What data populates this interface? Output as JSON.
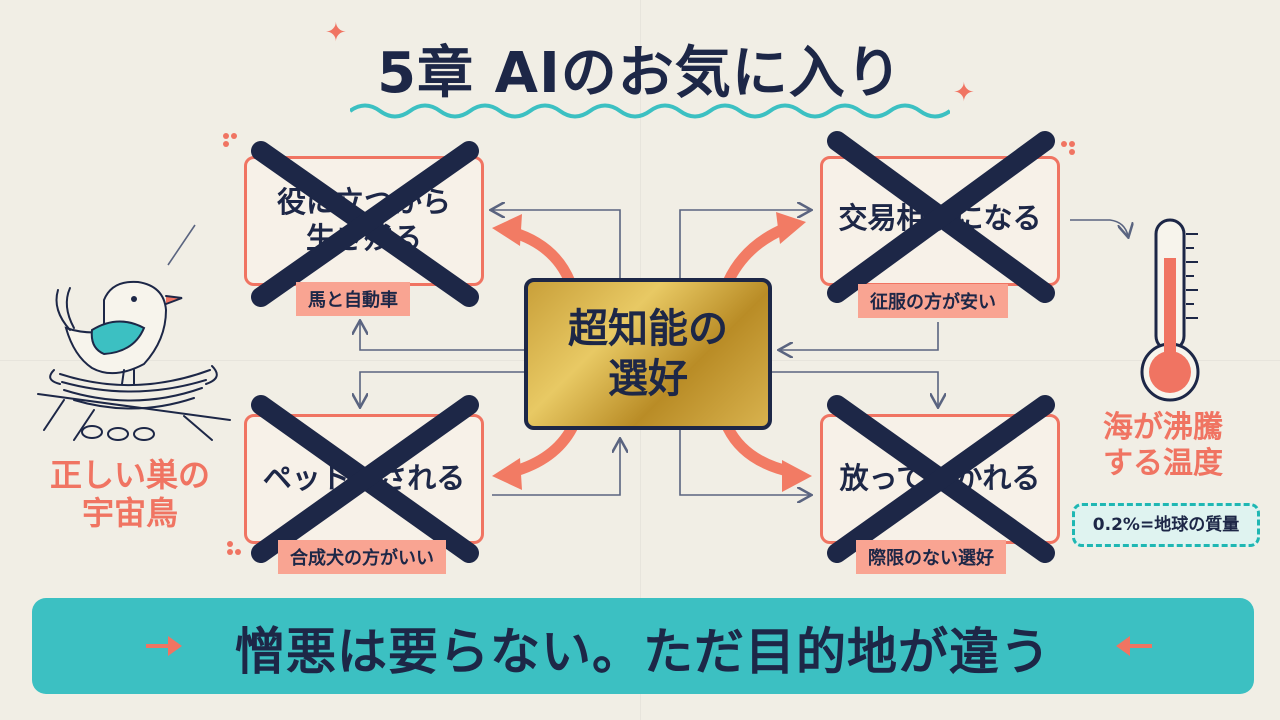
{
  "title": "5章 AIのお気に入り",
  "center": {
    "line1": "超知能の",
    "line2": "選好"
  },
  "cards": {
    "top_left": {
      "line1": "役に立つから",
      "line2": "生き残る",
      "tag": "馬と自動車",
      "crossed": true
    },
    "top_right": {
      "line1": "交易相手になる",
      "tag": "征服の方が安い",
      "crossed": true
    },
    "bottom_left": {
      "line1": "ペットにされる",
      "tag": "合成犬の方がいい",
      "crossed": true
    },
    "bottom_right": {
      "line1": "放っておかれる",
      "tag": "際限のない選好",
      "crossed": true
    }
  },
  "left_side": {
    "caption_line1": "正しい巣の",
    "caption_line2": "宇宙鳥",
    "illustration": "bird-in-nest"
  },
  "right_side": {
    "caption_line1": "海が沸騰",
    "caption_line2": "する温度",
    "note": "0.2%=地球の質量",
    "illustration": "thermometer-icon"
  },
  "banner": {
    "text": "憎悪は要らない。ただ目的地が違う"
  },
  "colors": {
    "navy": "#1d2747",
    "coral": "#f07462",
    "tag": "#f9a492",
    "teal": "#3cc0c2",
    "gold": "#d8b24e",
    "paper": "#f1eee5"
  }
}
